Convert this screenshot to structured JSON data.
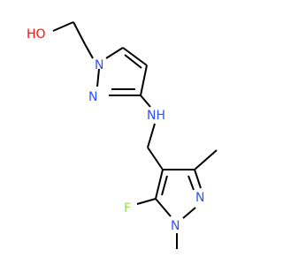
{
  "molecule": {
    "atoms": {
      "hydroxyl": "HO",
      "pyrazole_n1": "N",
      "pyrazole_n2": "N",
      "amine": "NH",
      "lower_pyrazole_n1": "N",
      "lower_pyrazole_n2": "N",
      "fluorine": "F"
    },
    "colors": {
      "nitrogen": "#3050F8",
      "oxygen": "#FF0D0D",
      "fluorine": "#90E050",
      "carbon_bond": "#000000"
    }
  }
}
